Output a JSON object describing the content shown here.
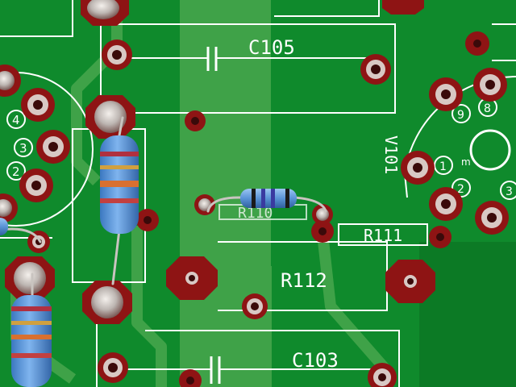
{
  "scene": {
    "subject": "pcb-closeup",
    "colors": {
      "board": "#0f8a2c",
      "board_dark": "#0a6f22",
      "trace": "#3fa248",
      "silkscreen": "#ffffff",
      "pad_ring": "#8e1414",
      "solder": "#c9c4c0",
      "resistor_body": "#4f8fd6"
    }
  },
  "silkscreen": {
    "c105": "C105",
    "c103": "C103",
    "r112": "R112",
    "r111": "R111",
    "r110": "R110",
    "v101": "V101",
    "socket_left_pins": [
      "4",
      "3",
      "2"
    ],
    "socket_right_pins": [
      "9",
      "8",
      "1",
      "2",
      "3"
    ],
    "socket_right_marker": "m"
  },
  "components": {
    "resistor_small_bands": [
      "#1a1a1a",
      "#3a3aa0",
      "#3a3aa0",
      "#1a1a1a"
    ],
    "resistor_large_bands": [
      "#b03040",
      "#d0a040",
      "#d87030",
      "#c24040"
    ]
  }
}
